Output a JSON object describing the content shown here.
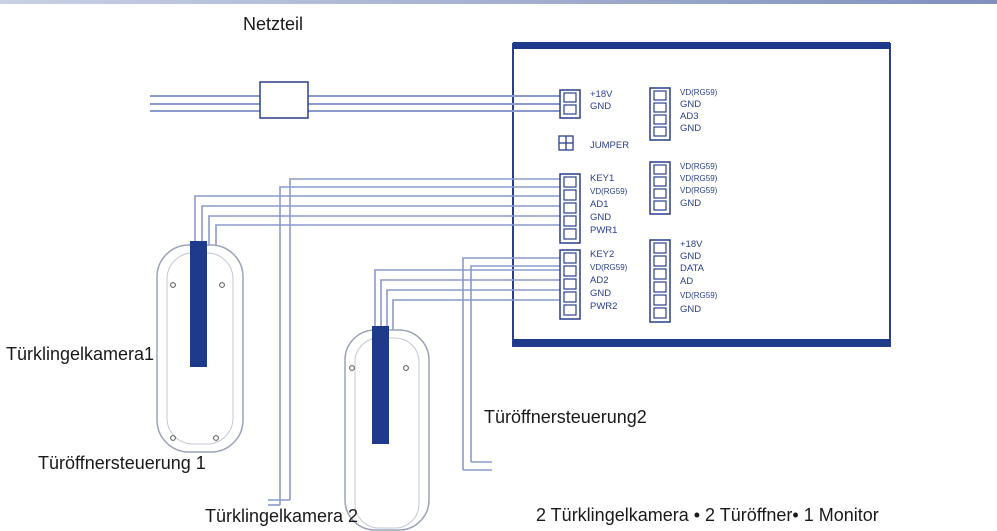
{
  "labels": {
    "power_supply": "Netzteil",
    "camera1": "Türklingelkamera1",
    "camera2": "Türklingelkamera 2",
    "opener1": "Türöffnersteuerung 1",
    "opener2": "Türöffnersteuerung2",
    "summary": "2 Türklingelkamera • 2 Türöffner• 1 Monitor"
  },
  "terminals": {
    "power": [
      "+18V",
      "GND"
    ],
    "jumper": "JUMPER",
    "cam1": [
      "KEY1",
      "VD(RG59)",
      "AD1",
      "GND",
      "PWR1"
    ],
    "cam2": [
      "KEY2",
      "VD(RG59)",
      "AD2",
      "GND",
      "PWR2"
    ],
    "right_top": [
      "VD(RG59)",
      "GND",
      "AD3",
      "GND"
    ],
    "right_mid": [
      "VD(RG59)",
      "VD(RG59)",
      "VD(RG59)",
      "GND"
    ],
    "right_bottom": [
      "+18V",
      "GND",
      "DATA",
      "AD",
      "VD(RG59)",
      "GND"
    ]
  },
  "colors": {
    "line": "#2a3f8f",
    "wire": "#8a9acb",
    "cable": "#1f3a8a",
    "frame": "#aab0c6"
  }
}
